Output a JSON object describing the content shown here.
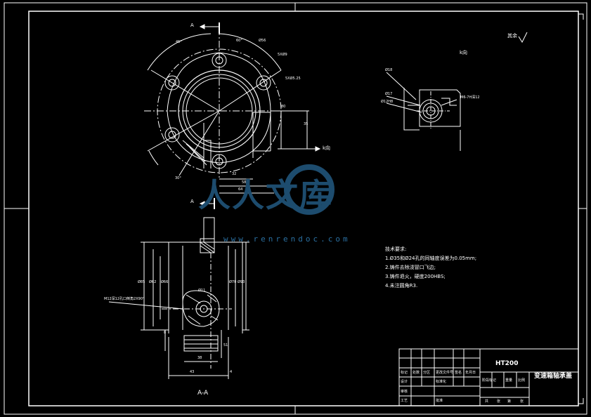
{
  "drawing": {
    "title": "变速箱轴承盖",
    "material": "HT200",
    "view_labels": {
      "section_marker_top": "A",
      "section_marker_bottom": "A",
      "section_view": "A-A",
      "k_view_title": "k向",
      "k_arrow": "k向"
    },
    "roughness_note": "其余"
  },
  "top_view_dims": {
    "d56": "Ø56",
    "angle60": "60°",
    "angle45": "45°",
    "holes1": "5XØ9",
    "holes2": "5XØ5.25",
    "d80": "80",
    "d32": "32",
    "d58": "58",
    "d64": "64",
    "d35": "35",
    "angle30": "30°"
  },
  "k_view_dims": {
    "d18": "Ø18",
    "d17": "Ø17",
    "d12": "Ø12H8",
    "thread": "M6-7H深12"
  },
  "section_dims": {
    "d85": "Ø85",
    "d66": "Ø66",
    "d62": "Ø62",
    "d70": "Ø70",
    "d93": "Ø93",
    "d11": "Ø11",
    "d38": "38",
    "d43": "43",
    "d51": "51",
    "d8": "8",
    "d4": "4",
    "thread_note": "M12深12孔口倒角2X90°"
  },
  "notes": {
    "heading": "技术要求:",
    "items": [
      "1.Ø35和Ø24孔的同轴度误差为0.05mm;",
      "2.铸件去除浇冒口飞边;",
      "3.铸件退火，硬度200HBS;",
      "4.未注圆角R3."
    ]
  },
  "title_block": {
    "row_labels": [
      "标记",
      "处数",
      "分区",
      "更改文件号",
      "签名",
      "年月日"
    ],
    "design_labels": [
      "设计",
      "标准化",
      "阶段标记",
      "重量",
      "比例"
    ],
    "check_labels": [
      "审核",
      "工艺",
      "批准"
    ],
    "sheet_labels": [
      "共",
      "张",
      "第",
      "张"
    ]
  },
  "watermark": {
    "text": "人人文库",
    "url": "www.renrendoc.com"
  },
  "colors": {
    "background": "#000000",
    "line": "#ffffff",
    "watermark": "#1d4c6e"
  }
}
